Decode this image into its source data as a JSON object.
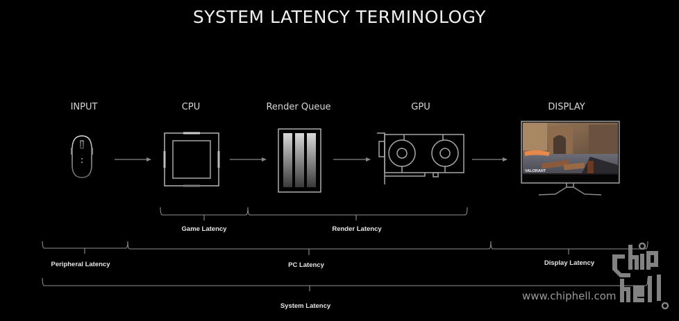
{
  "title": "SYSTEM LATENCY TERMINOLOGY",
  "stages": [
    {
      "label": "INPUT",
      "icon": "mouse-icon"
    },
    {
      "label": "CPU",
      "icon": "cpu-icon"
    },
    {
      "label": "Render Queue",
      "icon": "render-queue-icon"
    },
    {
      "label": "GPU",
      "icon": "gpu-icon"
    },
    {
      "label": "DISPLAY",
      "icon": "monitor-icon"
    }
  ],
  "display_screen_text": "VALORANT",
  "brackets": {
    "game": "Game Latency",
    "render": "Render Latency",
    "peripheral": "Peripheral Latency",
    "pc": "PC Latency",
    "display": "Display Latency",
    "system": "System Latency"
  },
  "watermark": {
    "url": "www.chiphell.com",
    "logo": "chiphell-logo"
  },
  "colors": {
    "background": "#000000",
    "line": "#9a9a9a",
    "text": "#e8e8e8"
  }
}
